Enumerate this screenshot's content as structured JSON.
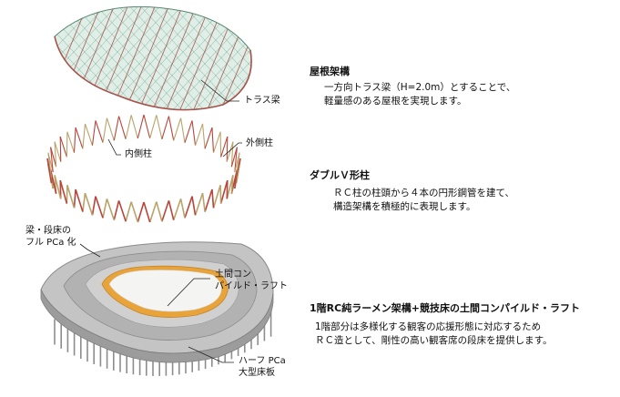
{
  "callouts": {
    "truss_beam": "トラス梁",
    "inner_column": "内側柱",
    "outer_column": "外側柱",
    "pca_beam_line1": "梁・段床の",
    "pca_beam_line2": "フル PCa 化",
    "pile_raft_line1": "土間コン",
    "pile_raft_line2": "パイルド・ラフト",
    "half_pca_line1": "ハーフ PCa",
    "half_pca_line2": "大型床板"
  },
  "sections": [
    {
      "heading": "屋根架構",
      "lines": [
        "一方向トラス梁（H=2.0m）とすることで、",
        "軽量感のある屋根を実現します。"
      ]
    },
    {
      "heading": "ダブルＶ形柱",
      "lines": [
        "ＲＣ柱の柱頭から４本の円形鋼管を建て、",
        "構造架構を積極的に表現します。"
      ]
    },
    {
      "heading": "1階RC純ラーメン架構+競技床の土間コンパイルド・ラフト",
      "lines": [
        "1階部分は多様化する観客の応援形態に対応するため",
        "ＲＣ造として、剛性の高い観客席の段床を提供します。"
      ]
    }
  ],
  "colors": {
    "roof_fill": "#dfeee6",
    "roof_grid": "#4f8a72",
    "roof_truss": "#a8524a",
    "column_red": "#b8453c",
    "column_tan": "#b9a36a",
    "stand_gray": "#b9b9b9",
    "field_orange": "#e8a33a",
    "field_white": "#f4f4f2"
  }
}
